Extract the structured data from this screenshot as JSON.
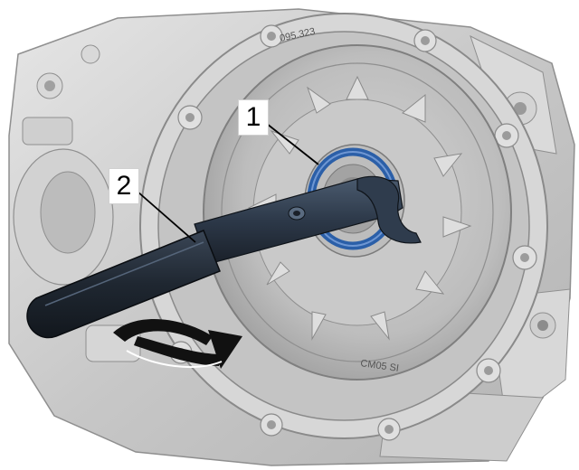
{
  "callouts": [
    {
      "label": "1",
      "target": "locking-ring"
    },
    {
      "label": "2",
      "target": "spanner-wrench"
    }
  ],
  "engraving": {
    "top_text": "095.323",
    "bottom_text": "CM05 SI"
  },
  "colors": {
    "casting": "#c9c9c9",
    "casting_shadow": "#a9a9a9",
    "casting_light": "#e4e4e4",
    "tool": "#2c3848",
    "tool_dark": "#1a2029",
    "ring": "#2b5fa8",
    "arrow": "#111111"
  }
}
